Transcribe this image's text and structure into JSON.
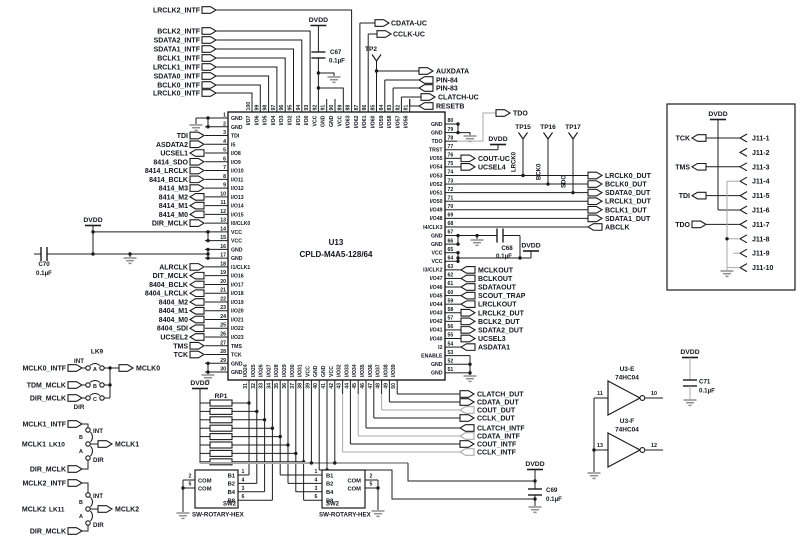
{
  "chip": {
    "refdes": "U13",
    "part": "CPLD-M4A5-128/64",
    "top_pins": [
      {
        "n": 100,
        "label": "I/O7"
      },
      {
        "n": 99,
        "label": "I/O6"
      },
      {
        "n": 98,
        "label": "I/O5"
      },
      {
        "n": 97,
        "label": "I/O4"
      },
      {
        "n": 96,
        "label": "I/O3"
      },
      {
        "n": 95,
        "label": "I/O2"
      },
      {
        "n": 94,
        "label": "I/O1"
      },
      {
        "n": 93,
        "label": "I/O0"
      },
      {
        "n": 92,
        "label": "VCC"
      },
      {
        "n": 91,
        "label": "GND"
      },
      {
        "n": 90,
        "label": "GND"
      },
      {
        "n": 89,
        "label": "VCC"
      },
      {
        "n": 88,
        "label": "I/O63"
      },
      {
        "n": 87,
        "label": "I/O62"
      },
      {
        "n": 86,
        "label": "I/O61"
      },
      {
        "n": 85,
        "label": "I/O60"
      },
      {
        "n": 84,
        "label": "I/O59"
      },
      {
        "n": 83,
        "label": "I/O58"
      },
      {
        "n": 82,
        "label": "I/O57"
      },
      {
        "n": 81,
        "label": "I/O56"
      }
    ],
    "left_pins": [
      {
        "n": 1,
        "label": "GND"
      },
      {
        "n": 2,
        "label": "GND"
      },
      {
        "n": 3,
        "label": "TDI"
      },
      {
        "n": 4,
        "label": "I5"
      },
      {
        "n": 5,
        "label": "I/O8"
      },
      {
        "n": 6,
        "label": "I/O9"
      },
      {
        "n": 7,
        "label": "I/O10"
      },
      {
        "n": 8,
        "label": "I/O11"
      },
      {
        "n": 9,
        "label": "I/O12"
      },
      {
        "n": 10,
        "label": "I/O13"
      },
      {
        "n": 11,
        "label": "I/O14"
      },
      {
        "n": 12,
        "label": "I/O15"
      },
      {
        "n": 13,
        "label": "I0/CLK0"
      },
      {
        "n": 14,
        "label": "VCC"
      },
      {
        "n": 15,
        "label": "VCC"
      },
      {
        "n": 16,
        "label": "GND"
      },
      {
        "n": 17,
        "label": "GND"
      },
      {
        "n": 18,
        "label": "I1/CLK1"
      },
      {
        "n": 19,
        "label": "I/O16"
      },
      {
        "n": 20,
        "label": "I/O17"
      },
      {
        "n": 21,
        "label": "I/O18"
      },
      {
        "n": 22,
        "label": "I/O19"
      },
      {
        "n": 23,
        "label": "I/O20"
      },
      {
        "n": 24,
        "label": "I/O21"
      },
      {
        "n": 25,
        "label": "I/O22"
      },
      {
        "n": 26,
        "label": "I/O23"
      },
      {
        "n": 27,
        "label": "TMS"
      },
      {
        "n": 28,
        "label": "TCK"
      },
      {
        "n": 29,
        "label": "GND"
      },
      {
        "n": 30,
        "label": "GND"
      }
    ],
    "right_pins": [
      {
        "n": 80,
        "label": "GND"
      },
      {
        "n": 79,
        "label": "GND"
      },
      {
        "n": 78,
        "label": "TDO"
      },
      {
        "n": 77,
        "label": "TRST"
      },
      {
        "n": 76,
        "label": "I/O55"
      },
      {
        "n": 75,
        "label": "I/O54"
      },
      {
        "n": 74,
        "label": "I/O53"
      },
      {
        "n": 73,
        "label": "I/O52"
      },
      {
        "n": 72,
        "label": "I/O51"
      },
      {
        "n": 71,
        "label": "I/O50"
      },
      {
        "n": 70,
        "label": "I/O49"
      },
      {
        "n": 69,
        "label": "I/O48"
      },
      {
        "n": 68,
        "label": "I4/CLK3"
      },
      {
        "n": 67,
        "label": "GND"
      },
      {
        "n": 66,
        "label": "GND"
      },
      {
        "n": 65,
        "label": "VCC"
      },
      {
        "n": 64,
        "label": "VCC"
      },
      {
        "n": 63,
        "label": "I3/CLK2"
      },
      {
        "n": 62,
        "label": "I/O47"
      },
      {
        "n": 61,
        "label": "I/O46"
      },
      {
        "n": 60,
        "label": "I/O45"
      },
      {
        "n": 59,
        "label": "I/O44"
      },
      {
        "n": 58,
        "label": "I/O43"
      },
      {
        "n": 57,
        "label": "I/O42"
      },
      {
        "n": 56,
        "label": "I/O41"
      },
      {
        "n": 55,
        "label": "I/O40"
      },
      {
        "n": 54,
        "label": "I2"
      },
      {
        "n": 53,
        "label": "ENABLE"
      },
      {
        "n": 52,
        "label": "GND"
      },
      {
        "n": 51,
        "label": "GND"
      }
    ],
    "bottom_pins": [
      {
        "n": 31,
        "label": "I/O24"
      },
      {
        "n": 32,
        "label": "I/O25"
      },
      {
        "n": 33,
        "label": "I/O26"
      },
      {
        "n": 34,
        "label": "I/O27"
      },
      {
        "n": 35,
        "label": "I/O28"
      },
      {
        "n": 36,
        "label": "I/O29"
      },
      {
        "n": 37,
        "label": "I/O30"
      },
      {
        "n": 38,
        "label": "I/O31"
      },
      {
        "n": 39,
        "label": "VCC"
      },
      {
        "n": 40,
        "label": "GND"
      },
      {
        "n": 41,
        "label": "GND"
      },
      {
        "n": 42,
        "label": "VCC"
      },
      {
        "n": 43,
        "label": "I/O32"
      },
      {
        "n": 44,
        "label": "I/O33"
      },
      {
        "n": 45,
        "label": "I/O34"
      },
      {
        "n": 46,
        "label": "I/O35"
      },
      {
        "n": 47,
        "label": "I/O36"
      },
      {
        "n": 48,
        "label": "I/O37"
      },
      {
        "n": 49,
        "label": "I/O38"
      },
      {
        "n": 50,
        "label": "I/O39"
      }
    ]
  },
  "top_left_signals": [
    {
      "label": "LRCLK2_INTF",
      "pin": 88
    },
    {
      "label": "BCLK2_INTF",
      "pin": 93
    },
    {
      "label": "SDATA2_INTF",
      "pin": 94
    },
    {
      "label": "SDATA1_INTF",
      "pin": 95
    },
    {
      "label": "BCLK1_INTF",
      "pin": 96
    },
    {
      "label": "LRCLK1_INTF",
      "pin": 97
    },
    {
      "label": "SDATA0_INTF",
      "pin": 98
    },
    {
      "label": "BCLK0_INTF",
      "pin": 99
    },
    {
      "label": "LRCLK0_INTF",
      "pin": 100
    }
  ],
  "top_right_signals": [
    {
      "label": "CDATA-UC",
      "pin": 87,
      "dir": "out"
    },
    {
      "label": "CCLK-UC",
      "pin": 86,
      "dir": "out"
    },
    {
      "label": "AUXDATA",
      "pin": 85,
      "dir": "out",
      "testpoint": "TP2"
    },
    {
      "label": "PIN-84",
      "pin": 84,
      "dir": "rev"
    },
    {
      "label": "PIN-83",
      "pin": 83,
      "dir": "rev"
    },
    {
      "label": "CLATCH-UC",
      "pin": 82,
      "dir": "out"
    },
    {
      "label": "RESETB",
      "pin": 81,
      "dir": "rev"
    }
  ],
  "left_terminals": [
    {
      "pin": 3,
      "label": "TDI",
      "dir": "in"
    },
    {
      "pin": 4,
      "label": "ASDATA2",
      "dir": "in"
    },
    {
      "pin": 5,
      "label": "UCSEL1",
      "dir": "rev"
    },
    {
      "pin": 6,
      "label": "8414_SDO",
      "dir": "in"
    },
    {
      "pin": 7,
      "label": "8414_LRCLK",
      "dir": "in"
    },
    {
      "pin": 8,
      "label": "8414_BCLK",
      "dir": "in"
    },
    {
      "pin": 9,
      "label": "8414_M3",
      "dir": "in"
    },
    {
      "pin": 10,
      "label": "8414_M2",
      "dir": "rev"
    },
    {
      "pin": 11,
      "label": "8414_M1",
      "dir": "rev"
    },
    {
      "pin": 12,
      "label": "8414_M0",
      "dir": "rev"
    },
    {
      "pin": 13,
      "label": "DIR_MCLK",
      "dir": "in"
    },
    {
      "pin": 18,
      "label": "ALRCLK",
      "dir": "in"
    },
    {
      "pin": 19,
      "label": "DIT_MCLK",
      "dir": "rev"
    },
    {
      "pin": 20,
      "label": "8404_BCLK",
      "dir": "rev"
    },
    {
      "pin": 21,
      "label": "8404_LRCLK",
      "dir": "rev"
    },
    {
      "pin": 22,
      "label": "8404_M2",
      "dir": "rev"
    },
    {
      "pin": 23,
      "label": "8404_M1",
      "dir": "rev"
    },
    {
      "pin": 24,
      "label": "8404_M0",
      "dir": "rev"
    },
    {
      "pin": 25,
      "label": "8404_SDI",
      "dir": "rev"
    },
    {
      "pin": 26,
      "label": "UCSEL2",
      "dir": "rev"
    },
    {
      "pin": 27,
      "label": "TMS",
      "dir": "in"
    },
    {
      "pin": 28,
      "label": "TCK",
      "dir": "in"
    }
  ],
  "right_terminals_far": [
    {
      "pin": 74,
      "label": "LRCLK0_DUT",
      "dir": "out",
      "testpoint": "TP15",
      "tp_net": "LRCK0"
    },
    {
      "pin": 73,
      "label": "BCLK0_DUT",
      "dir": "out",
      "testpoint": "TP16",
      "tp_net": "BCK0"
    },
    {
      "pin": 72,
      "label": "SDATA0_DUT",
      "dir": "out",
      "testpoint": "TP17",
      "tp_net": "SDO"
    },
    {
      "pin": 71,
      "label": "LRCLK1_DUT",
      "dir": "out"
    },
    {
      "pin": 70,
      "label": "BCLK1_DUT",
      "dir": "out"
    },
    {
      "pin": 69,
      "label": "SDATA1_DUT",
      "dir": "out"
    },
    {
      "pin": 68,
      "label": "ABCLK",
      "dir": "rev"
    }
  ],
  "right_terminals_near": [
    {
      "pin": 76,
      "label": "COUT-UC",
      "dir": "out"
    },
    {
      "pin": 75,
      "label": "UCSEL4",
      "dir": "out"
    },
    {
      "pin": 63,
      "label": "MCLKOUT",
      "dir": "rev"
    },
    {
      "pin": 62,
      "label": "BCLKOUT",
      "dir": "rev"
    },
    {
      "pin": 61,
      "label": "SDATAOUT",
      "dir": "rev"
    },
    {
      "pin": 60,
      "label": "SCOUT_TRAP",
      "dir": "rev"
    },
    {
      "pin": 59,
      "label": "LRCLKOUT",
      "dir": "rev"
    },
    {
      "pin": 58,
      "label": "LRCLK2_DUT",
      "dir": "out"
    },
    {
      "pin": 57,
      "label": "BCLK2_DUT",
      "dir": "out"
    },
    {
      "pin": 56,
      "label": "SDATA2_DUT",
      "dir": "out"
    },
    {
      "pin": 55,
      "label": "UCSEL3",
      "dir": "out"
    },
    {
      "pin": 54,
      "label": "ASDATA1",
      "dir": "rev"
    }
  ],
  "bottom_terminals": [
    {
      "pin": 50,
      "label": "CLATCH_DUT",
      "dir": "out"
    },
    {
      "pin": 49,
      "label": "CDATA_DUT",
      "dir": "out"
    },
    {
      "pin": 48,
      "label": "COUT_DUT",
      "dir": "rev"
    },
    {
      "pin": 47,
      "label": "CCLK_DUT",
      "dir": "out"
    },
    {
      "pin": 46,
      "label": "CLATCH_INTF",
      "dir": "rev"
    },
    {
      "pin": 45,
      "label": "CDATA_INTF",
      "dir": "rev"
    },
    {
      "pin": 44,
      "label": "COUT_INTF",
      "dir": "out"
    },
    {
      "pin": 43,
      "label": "CCLK_INTF",
      "dir": "rev"
    }
  ],
  "jtag_out": {
    "label": "TDO",
    "pin": 78
  },
  "power": {
    "rail": "DVDD",
    "caps": {
      "c67": {
        "ref": "C67",
        "value": "0.1µF"
      },
      "c68": {
        "ref": "C68",
        "value": "0.1µF"
      },
      "c69": {
        "ref": "C69",
        "value": "0.1µF"
      },
      "c70": {
        "ref": "C70",
        "value": "0.1µF"
      },
      "c71": {
        "ref": "C71",
        "value": "0.1µF"
      }
    }
  },
  "links": {
    "lk9": {
      "ref": "LK9",
      "out": "MCLK0",
      "pos_top": "INT",
      "pos_bottom": "DIR",
      "rows": [
        {
          "label": "MCLK0_INTF",
          "key": "A"
        },
        {
          "label": "TDM_MCLK",
          "key": "B"
        },
        {
          "label": "DIR_MCLK",
          "key": "C"
        }
      ]
    },
    "lk10": {
      "ref": "LK10",
      "name": "MCLK1",
      "out": "MCLK1",
      "top": "MCLK1_INTF",
      "bottom": "DIR_MCLK",
      "pos_top": "INT",
      "pos_bottom": "DIR",
      "key_top": "B",
      "key_bottom": "A"
    },
    "lk11": {
      "ref": "LK11",
      "name": "MCLK2",
      "out": "MCLK2",
      "top": "MCLK2_INTF",
      "bottom": "DIR_MCLK",
      "pos_top": "INT",
      "pos_bottom": "DIR",
      "key_top": "B",
      "key_bottom": "A"
    }
  },
  "rp1": {
    "ref": "RP1"
  },
  "rotary_switches": {
    "part": "SW-ROTARY-HEX",
    "left_ref": "SW2",
    "right_ref": "SW2",
    "com_label": "COM",
    "bit_labels": [
      "B1",
      "B2",
      "B4",
      "B8"
    ],
    "com_pins": [
      "2",
      "5"
    ],
    "bit_pins": [
      "1",
      "4",
      "3",
      "6"
    ]
  },
  "inverters": [
    {
      "ref": "U3-E",
      "part": "74HC04",
      "pin_in": "11",
      "pin_out": "10"
    },
    {
      "ref": "U3-F",
      "part": "74HC04",
      "pin_in": "13",
      "pin_out": "12"
    }
  ],
  "j11": {
    "pins": [
      "J11-1",
      "J11-2",
      "J11-3",
      "J11-4",
      "J11-5",
      "J11-6",
      "J11-7",
      "J11-8",
      "J11-9",
      "J11-10"
    ],
    "signals": {
      "tck": "TCK",
      "tms": "TMS",
      "tdi": "TDI",
      "tdo": "TDO"
    },
    "supply": "DVDD"
  }
}
